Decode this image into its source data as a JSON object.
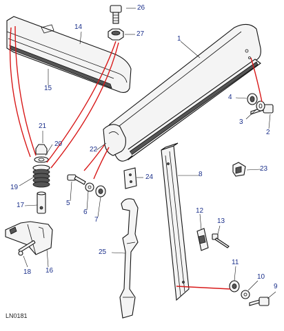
{
  "diagram": {
    "reference": "LN0181",
    "callouts": [
      "1",
      "2",
      "3",
      "4",
      "5",
      "6",
      "7",
      "8",
      "9",
      "10",
      "11",
      "12",
      "13",
      "14",
      "15",
      "16",
      "17",
      "18",
      "19",
      "20",
      "21",
      "22",
      "23",
      "24",
      "25",
      "26",
      "27"
    ]
  }
}
